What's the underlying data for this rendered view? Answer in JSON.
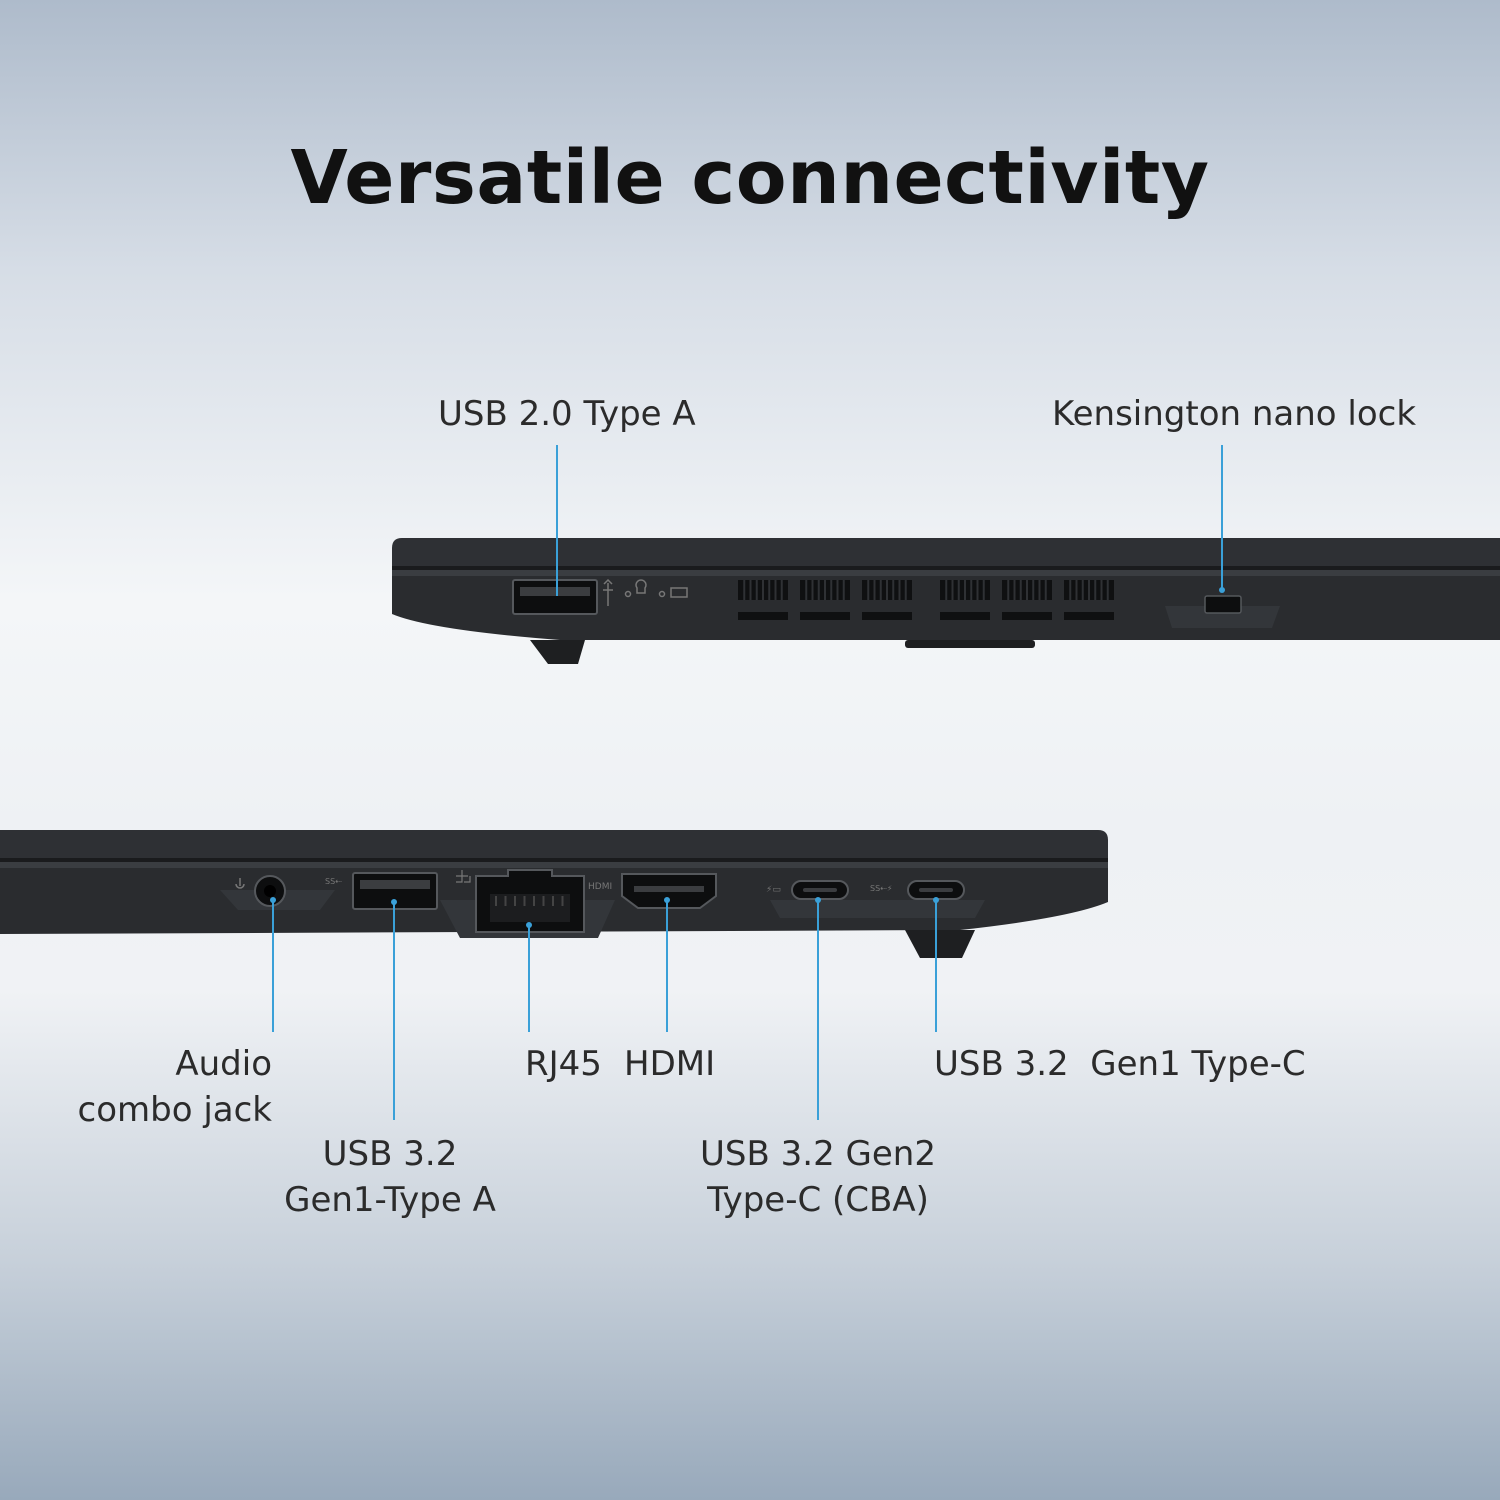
{
  "title": "Versatile connectivity",
  "top_view": {
    "ports": [
      {
        "label": "USB 2.0 Type A"
      },
      {
        "label": "Kensington nano lock"
      }
    ]
  },
  "bottom_view": {
    "ports": [
      {
        "line1": "Audio",
        "line2": "combo jack"
      },
      {
        "line1": "USB 3.2",
        "line2": "Gen1-Type A"
      },
      {
        "line1": "RJ45"
      },
      {
        "line1": "HDMI"
      },
      {
        "line1": "USB 3.2 Gen2",
        "line2": "Type-C (CBA)"
      },
      {
        "line1": "USB 3.2  Gen1 Type-C"
      }
    ],
    "port_markings": {
      "hdmi": "HDMI"
    }
  },
  "colors": {
    "callout_line": "#3aa0d8",
    "chassis": "#2a2c2f",
    "chassis_edge": "#3c3f43"
  }
}
